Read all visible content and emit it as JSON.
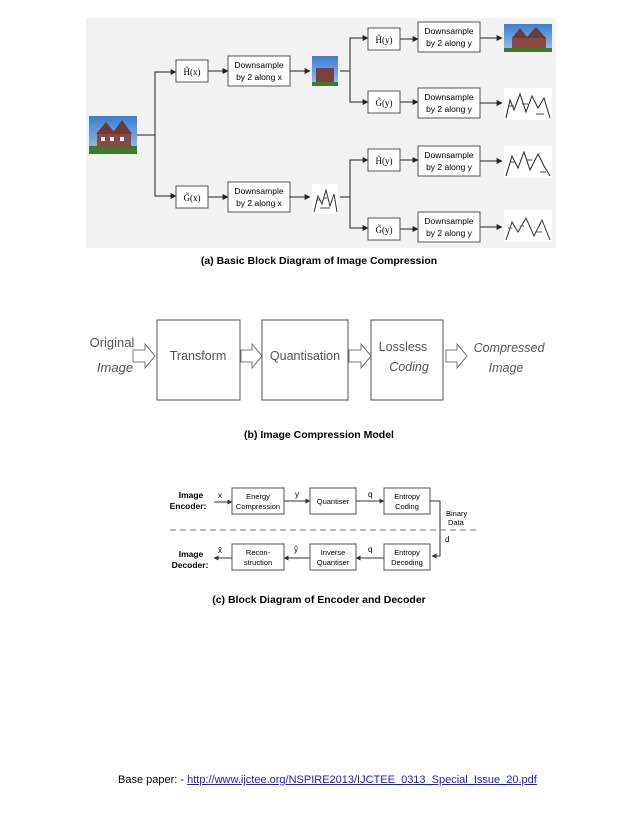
{
  "figure_a": {
    "caption": "(a) Basic Block Diagram of Image Compression",
    "level1": [
      {
        "filter": "H̃(x)",
        "down_line1": "Downsample",
        "down_line2": "by 2 along x"
      },
      {
        "filter": "G̃(x)",
        "down_line1": "Downsample",
        "down_line2": "by 2 along x"
      }
    ],
    "level2": [
      {
        "filter": "H̃(y)",
        "down_line1": "Downsample",
        "down_line2": "by 2 along y"
      },
      {
        "filter": "G̃(y)",
        "down_line1": "Downsample",
        "down_line2": "by 2 along y"
      },
      {
        "filter": "H̃(y)",
        "down_line1": "Downsample",
        "down_line2": "by 2 along y"
      },
      {
        "filter": "G̃(y)",
        "down_line1": "Downsample",
        "down_line2": "by 2 along y"
      }
    ]
  },
  "figure_b": {
    "caption": "(b) Image Compression Model",
    "input_line1": "Original",
    "input_line2": "Image",
    "blocks": [
      "Transform",
      "Quantisation"
    ],
    "lossless_line1": "Lossless",
    "lossless_line2": "Coding",
    "output_line1": "Compressed",
    "output_line2": "Image"
  },
  "figure_c": {
    "caption": "(c) Block Diagram of Encoder and Decoder",
    "encoder_label_line1": "Image",
    "encoder_label_line2": "Encoder:",
    "decoder_label_line1": "Image",
    "decoder_label_line2": "Decoder:",
    "encoder_blocks": [
      {
        "line1": "Energy",
        "line2": "Compression"
      },
      {
        "line1": "Quantiser",
        "line2": ""
      },
      {
        "line1": "Entropy",
        "line2": "Coding"
      }
    ],
    "decoder_blocks": [
      {
        "line1": "Recon-",
        "line2": "struction"
      },
      {
        "line1": "Inverse",
        "line2": "Quantiser"
      },
      {
        "line1": "Entropy",
        "line2": "Decoding"
      }
    ],
    "symbols": {
      "x": "x",
      "y": "y",
      "q": "q",
      "x_hat": "x̂",
      "y_hat": "ŷ",
      "q_dec": "q",
      "d": "d"
    },
    "binary_line1": "Binary",
    "binary_line2": "Data"
  },
  "footer": {
    "prefix": "Base paper: - ",
    "link": "http://www.ijctee.org/NSPIRE2013/IJCTEE_0313_Special_Issue_20.pdf"
  }
}
